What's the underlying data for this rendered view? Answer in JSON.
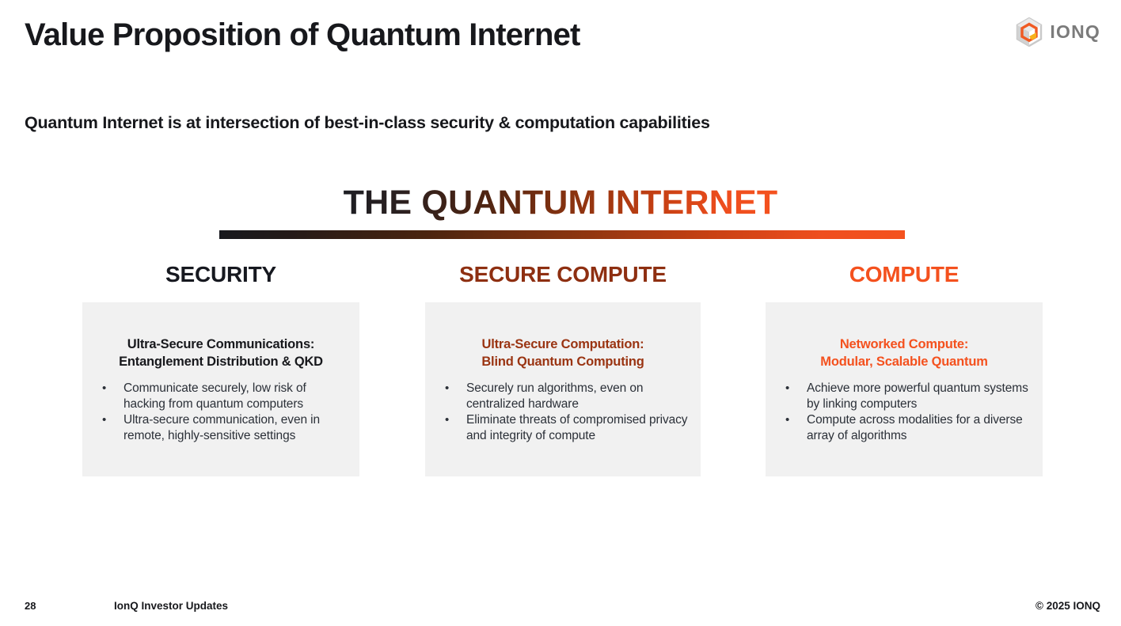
{
  "header": {
    "title": "Value Proposition of Quantum Internet",
    "logo_word": "IONQ",
    "logo_icon": "ionq-hexagon-logo-icon"
  },
  "subtitle": "Quantum Internet is at intersection of best-in-class security & computation capabilities",
  "hero": {
    "title": "THE QUANTUM INTERNET",
    "gradient_from": "#17181d",
    "gradient_to": "#f4521f"
  },
  "columns": [
    {
      "header": "SECURITY",
      "header_color": "#16181f",
      "card_heading_line1": "Ultra-Secure Communications:",
      "card_heading_line2": "Entanglement Distribution & QKD",
      "card_heading_color": "#17181c",
      "bullets": [
        "Communicate securely, low risk of hacking from quantum computers",
        "Ultra-secure communication, even in remote, highly-sensitive settings"
      ]
    },
    {
      "header": "SECURE COMPUTE",
      "header_color": "#8e2f11",
      "card_heading_line1": "Ultra-Secure Computation:",
      "card_heading_line2": "Blind Quantum Computing",
      "card_heading_color": "#9a3412",
      "bullets": [
        "Securely run algorithms, even on centralized hardware",
        "Eliminate threats of compromised privacy and integrity of compute"
      ]
    },
    {
      "header": "COMPUTE",
      "header_color": "#f4511e",
      "card_heading_line1": "Networked Compute:",
      "card_heading_line2": "Modular, Scalable Quantum",
      "card_heading_color": "#f4511e",
      "bullets": [
        "Achieve more powerful quantum systems by linking computers",
        "Compute across modalities for a diverse array of algorithms"
      ]
    }
  ],
  "footer": {
    "page_number": "28",
    "deck_name": "IonQ Investor Updates",
    "copyright": "© 2025 IONQ"
  }
}
